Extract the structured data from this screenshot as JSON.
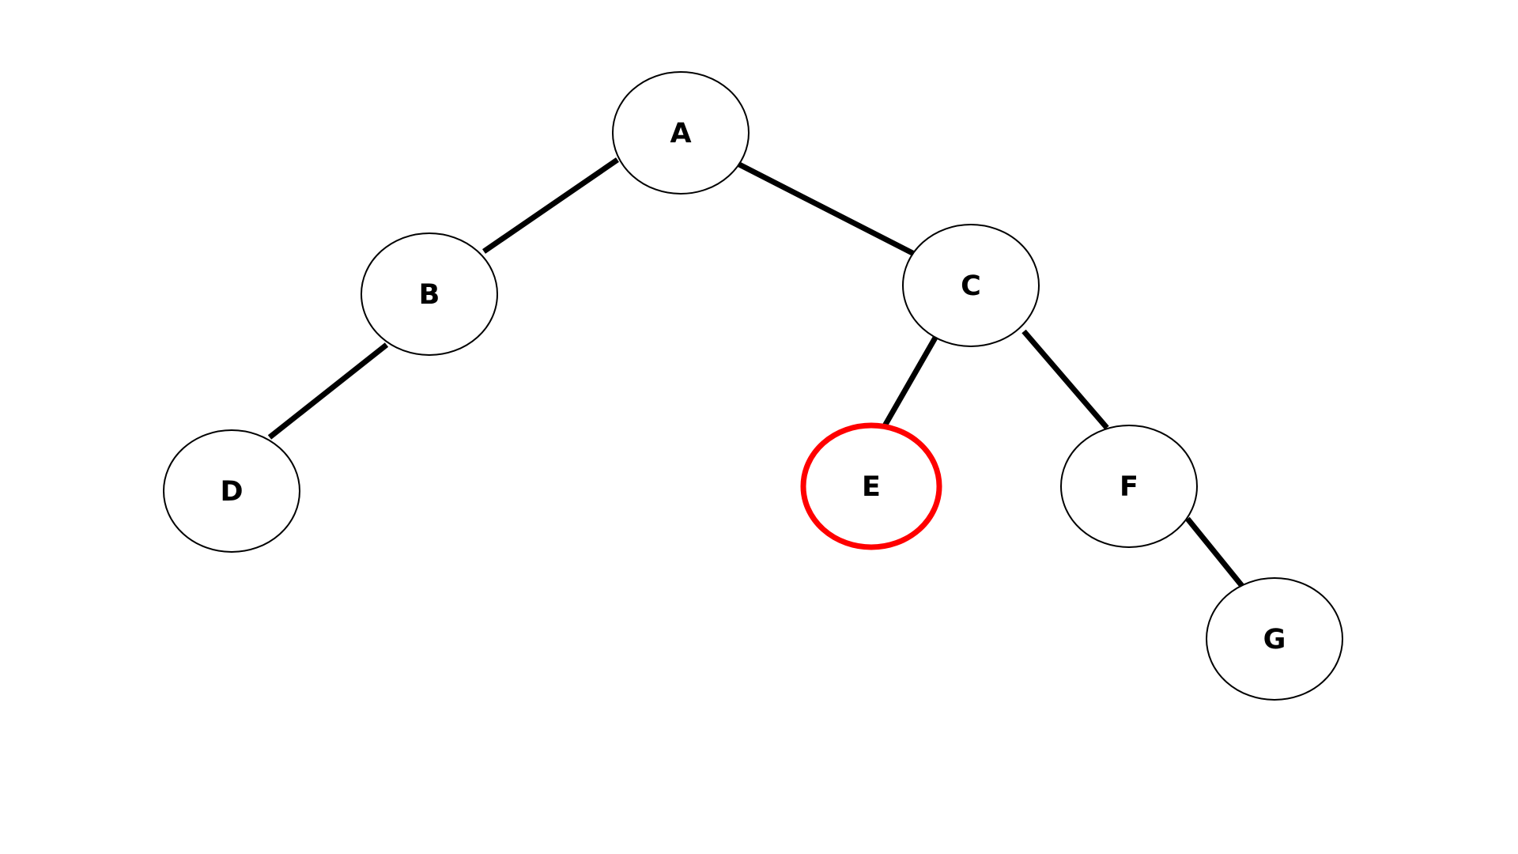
{
  "tree": {
    "nodes": [
      {
        "id": "A",
        "label": "A",
        "highlighted": false
      },
      {
        "id": "B",
        "label": "B",
        "highlighted": false
      },
      {
        "id": "C",
        "label": "C",
        "highlighted": false
      },
      {
        "id": "D",
        "label": "D",
        "highlighted": false
      },
      {
        "id": "E",
        "label": "E",
        "highlighted": true
      },
      {
        "id": "F",
        "label": "F",
        "highlighted": false
      },
      {
        "id": "G",
        "label": "G",
        "highlighted": false
      }
    ],
    "edges": [
      {
        "from": "A",
        "to": "B"
      },
      {
        "from": "A",
        "to": "C"
      },
      {
        "from": "B",
        "to": "D"
      },
      {
        "from": "C",
        "to": "E"
      },
      {
        "from": "C",
        "to": "F"
      },
      {
        "from": "F",
        "to": "G"
      }
    ]
  },
  "colors": {
    "edge": "#000000",
    "node_border": "#000000",
    "node_fill": "#ffffff",
    "highlight": "#ff0000",
    "label": "#000000",
    "background": "#ffffff"
  }
}
